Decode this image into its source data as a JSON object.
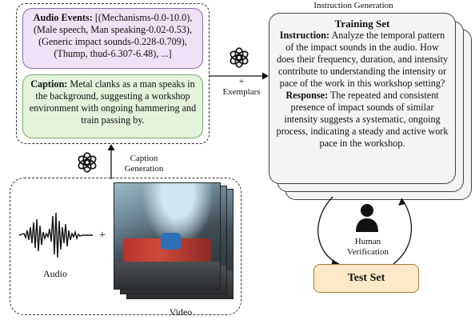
{
  "audio_events": {
    "label": "Audio Events:",
    "text": "[(Mechanisms-0.0-10.0), (Male speech, Man speaking-0.02-0.53), (Generic impact sounds-0.228-0.709), (Thump, thud-6.307-6.48), ...]"
  },
  "caption": {
    "label": "Caption:",
    "text": "Metal clanks as a man speaks in the background, suggesting a workshop environment with ongoing hammering and train passing by."
  },
  "labels": {
    "instruction_generation": "Instruction Generation",
    "plus_exemplars": "+\nExemplars",
    "caption_generation": "Caption\nGeneration",
    "audio": "Audio",
    "video": "Video",
    "plus": "+",
    "human_verification": "Human\nVerification"
  },
  "training_set": {
    "title": "Training Set",
    "instruction_label": "Instruction:",
    "instruction_text": "Analyze the temporal pattern of the impact sounds in the audio. How does their frequency, duration, and intensity contribute to understanding the intensity or pace of the work in this workshop setting?",
    "response_label": "Response:",
    "response_text": "The repeated and consistent presence of impact sounds of similar intensity suggests a systematic, ongoing process, indicating a steady and active work pace in the workshop."
  },
  "test_set": {
    "label": "Test Set"
  },
  "colors": {
    "events_bg": "#efe2f7",
    "caption_bg": "#e3f3da",
    "training_bg": "#f4f4f4",
    "test_bg": "#fde9c8"
  },
  "icons": [
    "openai-logo-icon",
    "person-icon",
    "waveform-icon"
  ]
}
